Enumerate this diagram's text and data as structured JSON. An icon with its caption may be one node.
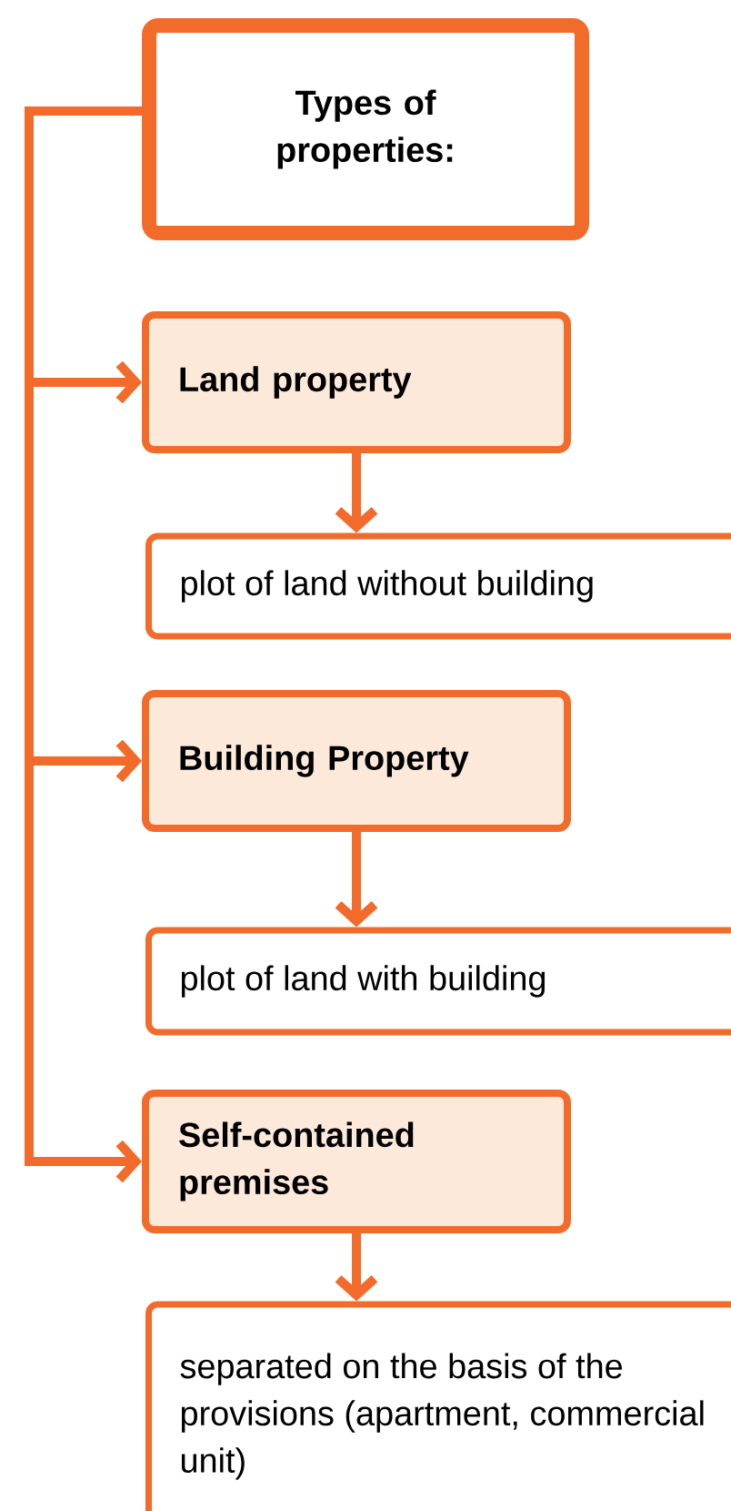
{
  "diagram": {
    "nodes": [
      {
        "text": [
          "Types of properties:"
        ]
      },
      {
        "text": [
          "Land property"
        ]
      },
      {
        "text": [
          "plot of land without building"
        ]
      },
      {
        "text": [
          "Building Property"
        ]
      },
      {
        "text": [
          "plot of land with building"
        ]
      },
      {
        "text": [
          "Self-contained premises"
        ]
      },
      {
        "text": [
          "separated on the basis of the provisions (apartment, commercial unit)"
        ]
      }
    ],
    "edges": [
      {
        "from": 0,
        "to": 1,
        "arrow": "to"
      },
      {
        "from": 0,
        "to": 3,
        "arrow": "to"
      },
      {
        "from": 0,
        "to": 5,
        "arrow": "to"
      },
      {
        "from": 1,
        "to": 2,
        "arrow": "to"
      },
      {
        "from": 3,
        "to": 4,
        "arrow": "to"
      },
      {
        "from": 5,
        "to": 6,
        "arrow": "to"
      }
    ]
  }
}
